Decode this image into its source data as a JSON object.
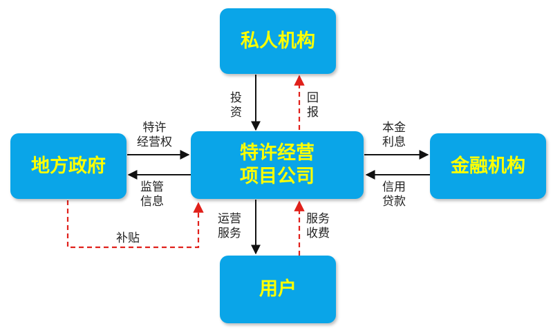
{
  "nodes": {
    "private_org": "私人机构",
    "local_gov": "地方政府",
    "project_company": "特许经营\n项目公司",
    "financial_org": "金融机构",
    "users": "用户"
  },
  "edge_labels": {
    "investment": "投\n资",
    "return": "回\n报",
    "franchise_rights": "特许\n经营权",
    "supervision_info": "监管\n信息",
    "principal_interest": "本金\n利息",
    "credit_loan": "信用\n贷款",
    "operation_service": "运营\n服务",
    "service_fee": "服务\n收费",
    "subsidy": "补贴"
  },
  "colors": {
    "node_fill": "#0aa5e8",
    "node_text": "#ffff00",
    "solid_arrow": "#111111",
    "dashed_arrow": "#e0201a"
  }
}
